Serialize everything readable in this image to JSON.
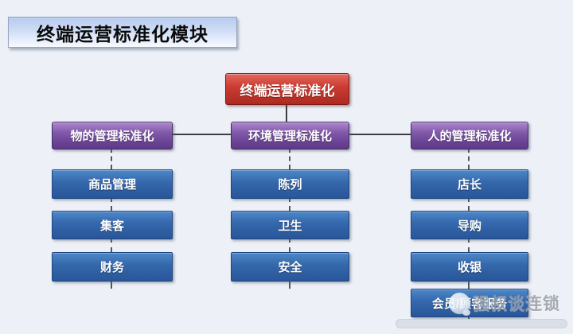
{
  "slide": {
    "title": "终端运营标准化模块"
  },
  "diagram": {
    "root": {
      "label": "终端运营标准化"
    },
    "branches": [
      {
        "label": "物的管理标准化",
        "children": [
          "商品管理",
          "集客",
          "财务"
        ]
      },
      {
        "label": "环境管理标准化",
        "children": [
          "陈列",
          "卫生",
          "安全"
        ]
      },
      {
        "label": "人的管理标准化",
        "children": [
          "店长",
          "导购",
          "收银",
          "会员/顾客服务"
        ]
      }
    ]
  },
  "watermark": {
    "logo": "chain-talk-avatar-icon",
    "text": "强叔谈连锁"
  },
  "colors": {
    "background": "#edf1f7",
    "root_box": "#b8322a",
    "branch_box": "#7a50a3",
    "leaf_box": "#2f64a7",
    "title_bar": "#c9d8f2",
    "connector": "#3e3e3e"
  }
}
